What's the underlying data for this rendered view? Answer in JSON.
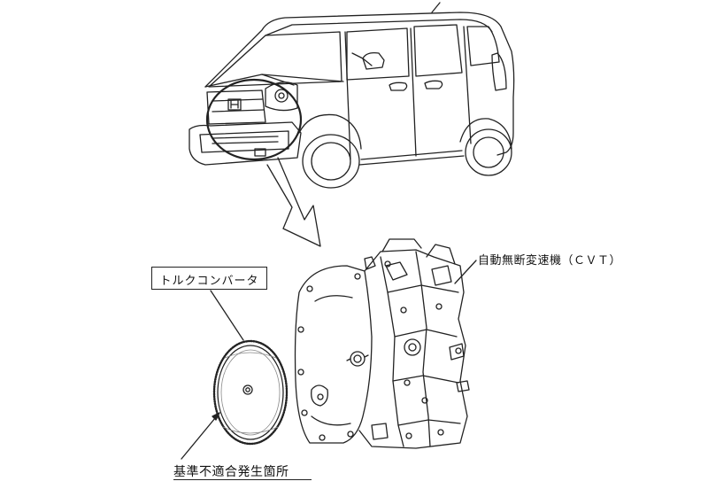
{
  "labels": {
    "torque_converter": "トルクコンバータ",
    "cvt": "自動無断変速機（ＣＶＴ）",
    "defect_location": "基準不適合発生箇所"
  },
  "colors": {
    "line": "#222222",
    "background": "#ffffff"
  }
}
